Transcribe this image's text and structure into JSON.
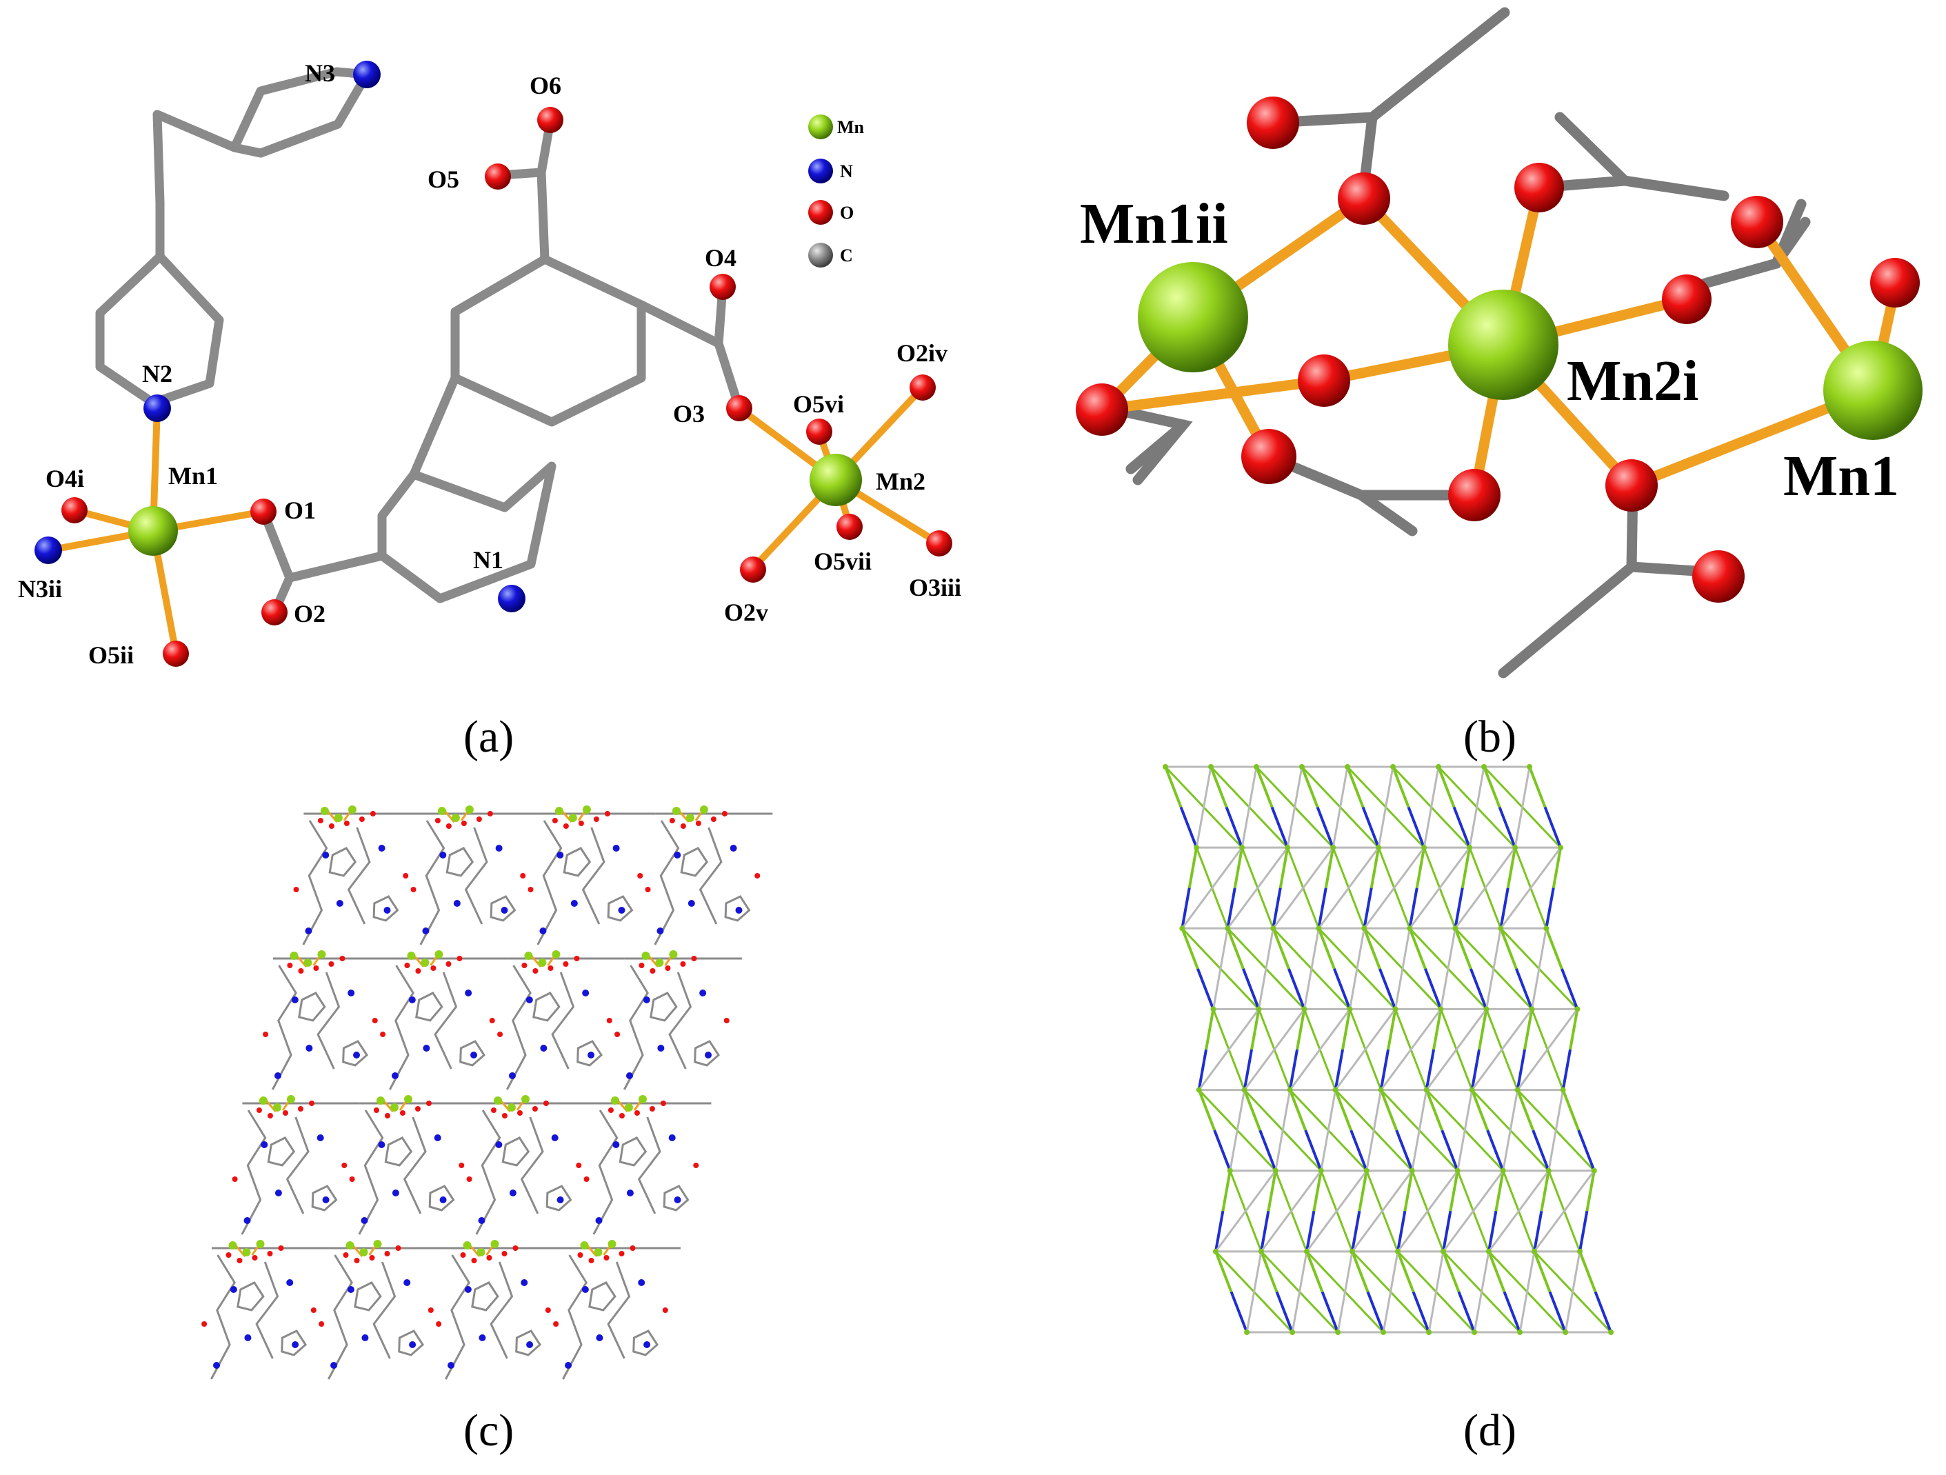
{
  "panels": {
    "a": {
      "caption": "(a)",
      "atom_labels": {
        "N3": "N3",
        "O6": "O6",
        "O5": "O5",
        "O4": "O4",
        "N2": "N2",
        "O4i": "O4i",
        "Mn1": "Mn1",
        "O1": "O1",
        "N3ii": "N3ii",
        "O2": "O2",
        "O5ii": "O5ii",
        "N1": "N1",
        "O3": "O3",
        "O5vi": "O5vi",
        "O2iv": "O2iv",
        "Mn2": "Mn2",
        "O5vii": "O5vii",
        "O2v": "O2v",
        "O3iii": "O3iii"
      },
      "legend": [
        {
          "label": "Mn",
          "color": "#8fd11a"
        },
        {
          "label": "N",
          "color": "#1414d8"
        },
        {
          "label": "O",
          "color": "#ee1111"
        },
        {
          "label": "C",
          "color": "#8a8a8a"
        }
      ]
    },
    "b": {
      "caption": "(b)",
      "atom_labels": {
        "Mn1ii": "Mn1ii",
        "Mn2i": "Mn2i",
        "Mn1": "Mn1"
      }
    },
    "c": {
      "caption": "(c)"
    },
    "d": {
      "caption": "(d)"
    }
  },
  "colors": {
    "mn": "#8fd11a",
    "n": "#1414d8",
    "o": "#ee1111",
    "c": "#8a8a8a",
    "bond": "#f0a020",
    "net_green": "#7cc520",
    "net_grey": "#b9b9b9",
    "net_blue": "#1f2fd0"
  }
}
